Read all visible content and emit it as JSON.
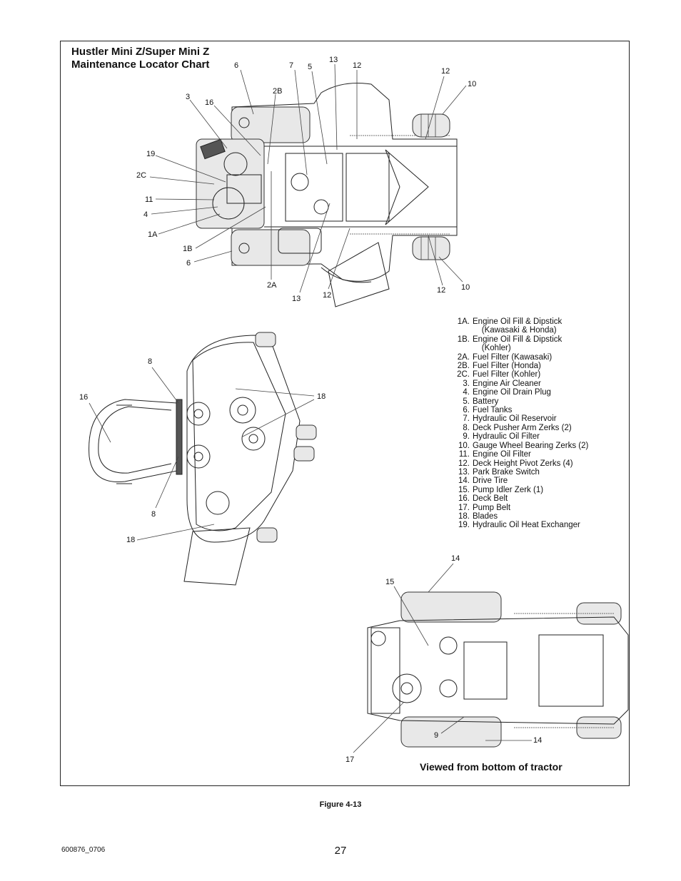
{
  "chart_title": {
    "line1": "Hustler Mini Z/Super Mini Z",
    "line2": "Maintenance Locator Chart"
  },
  "callouts_top": {
    "c6a": "6",
    "c7": "7",
    "c5": "5",
    "c13a": "13",
    "c12a": "12",
    "c12b": "12",
    "c10a": "10",
    "c2b": "2B",
    "c3": "3",
    "c16": "16",
    "c19": "19",
    "c2c": "2C",
    "c11": "11",
    "c4": "4",
    "c1a": "1A",
    "c1b": "1B",
    "c6b": "6",
    "c2a": "2A",
    "c13b": "13",
    "c12c": "12",
    "c12d": "12",
    "c10b": "10"
  },
  "callouts_deck": {
    "c8a": "8",
    "c16": "16",
    "c18a": "18",
    "c8b": "8",
    "c18b": "18"
  },
  "callouts_bottom": {
    "c14a": "14",
    "c15": "15",
    "c9": "9",
    "c14b": "14",
    "c17": "17"
  },
  "legend": [
    {
      "num": "1A.",
      "text": "Engine Oil Fill & Dipstick\n    (Kawasaki & Honda)"
    },
    {
      "num": "1B.",
      "text": "Engine Oil Fill & Dipstick\n    (Kohler)"
    },
    {
      "num": "2A.",
      "text": "Fuel Filter (Kawasaki)"
    },
    {
      "num": "2B.",
      "text": "Fuel Filter (Honda)"
    },
    {
      "num": "2C.",
      "text": "Fuel Filter (Kohler)"
    },
    {
      "num": "3.",
      "text": "Engine Air Cleaner"
    },
    {
      "num": "4.",
      "text": "Engine Oil Drain Plug"
    },
    {
      "num": "5.",
      "text": "Battery"
    },
    {
      "num": "6.",
      "text": "Fuel Tanks"
    },
    {
      "num": "7.",
      "text": "Hydraulic Oil Reservoir"
    },
    {
      "num": "8.",
      "text": "Deck Pusher Arm Zerks (2)"
    },
    {
      "num": "9.",
      "text": "Hydraulic Oil Filter"
    },
    {
      "num": "10.",
      "text": "Gauge Wheel Bearing Zerks (2)"
    },
    {
      "num": "11.",
      "text": "Engine Oil Filter"
    },
    {
      "num": "12.",
      "text": "Deck Height Pivot Zerks (4)"
    },
    {
      "num": "13.",
      "text": "Park Brake Switch"
    },
    {
      "num": "14.",
      "text": "Drive Tire"
    },
    {
      "num": "15.",
      "text": "Pump Idler Zerk (1)"
    },
    {
      "num": "16.",
      "text": "Deck Belt"
    },
    {
      "num": "17.",
      "text": "Pump Belt"
    },
    {
      "num": "18.",
      "text": "Blades"
    },
    {
      "num": "19.",
      "text": "Hydraulic Oil Heat Exchanger"
    }
  ],
  "viewed_caption": "Viewed from bottom of tractor",
  "figure_caption": "Figure 4-13",
  "doc_number": "600876_0706",
  "page_number": "27"
}
